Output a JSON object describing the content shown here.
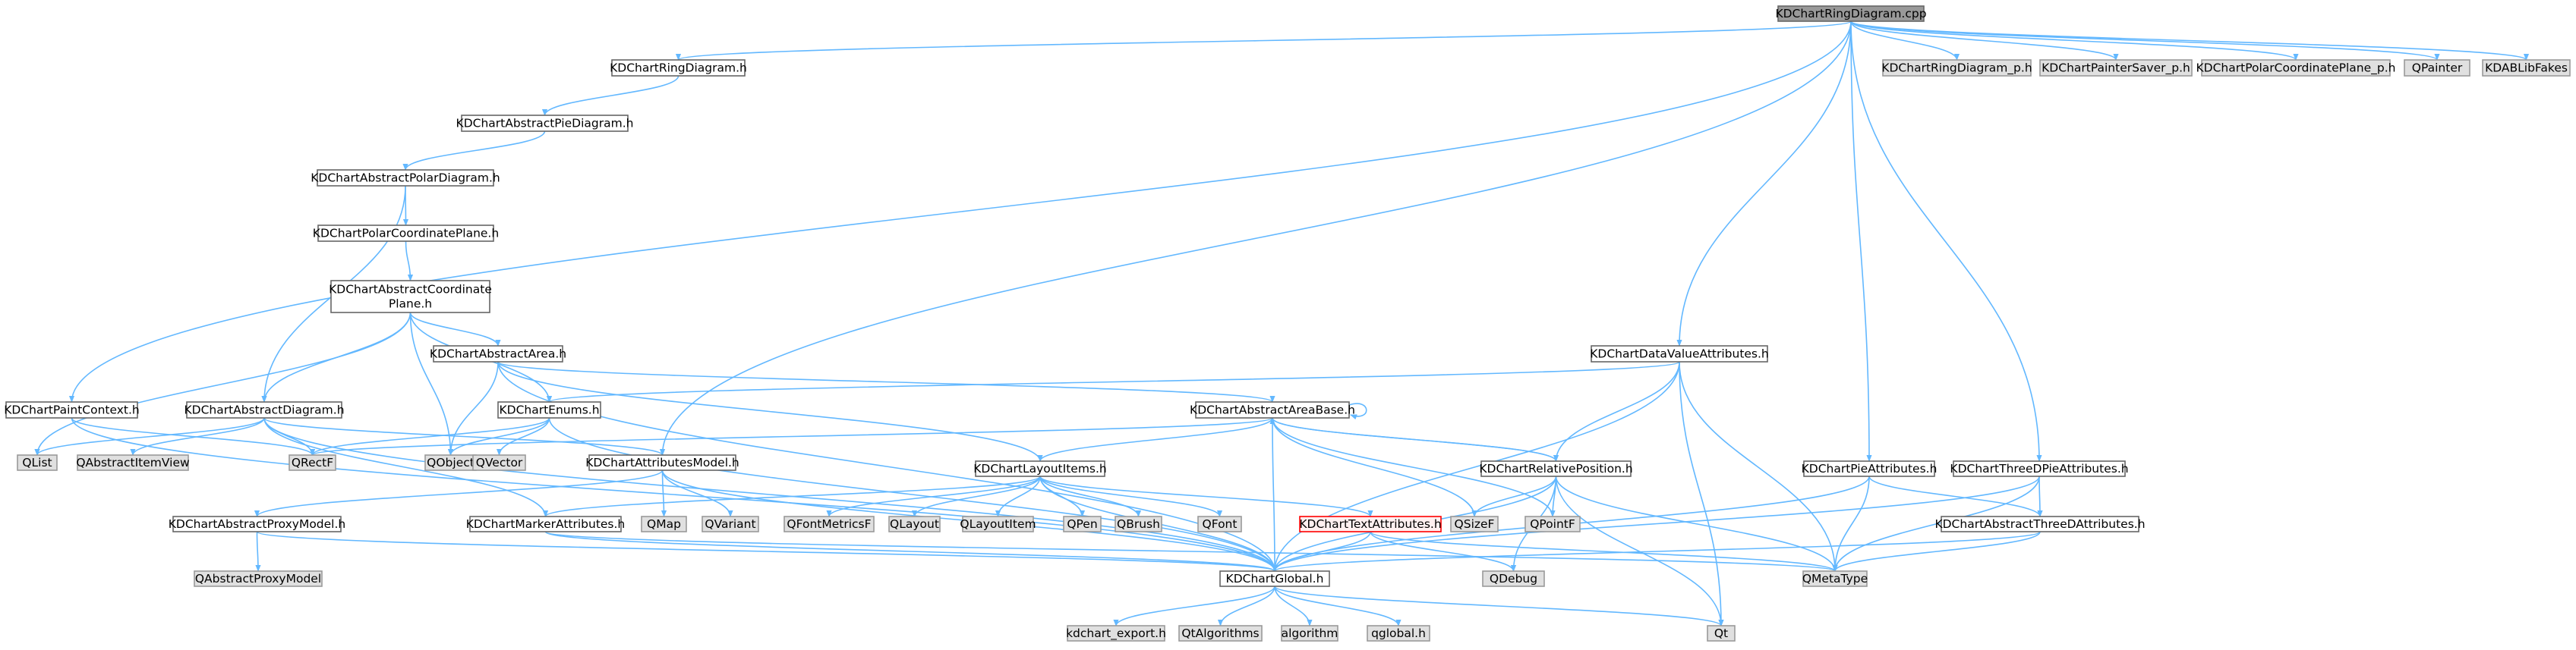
{
  "graph": {
    "title": "",
    "colors": {
      "edge": "#63b8ff",
      "root_fill": "#999999",
      "root_stroke": "#666666",
      "local_fill": "#ffffff",
      "local_stroke": "#666666",
      "external_fill": "#e0e0e0",
      "external_stroke": "#999999",
      "truncated_fill": "#fff0f0",
      "truncated_stroke": "#ff0000"
    },
    "nodes": [
      {
        "id": "root",
        "label": "KDChartRingDiagram.cpp",
        "kind": "root"
      },
      {
        "id": "ringh",
        "label": "KDChartRingDiagram.h",
        "kind": "local"
      },
      {
        "id": "ringp",
        "label": "KDChartRingDiagram_p.h",
        "kind": "external"
      },
      {
        "id": "painterp",
        "label": "KDChartPainterSaver_p.h",
        "kind": "external"
      },
      {
        "id": "polarp",
        "label": "KDChartPolarCoordinatePlane_p.h",
        "kind": "external"
      },
      {
        "id": "qpainter",
        "label": "QPainter",
        "kind": "external"
      },
      {
        "id": "kdab",
        "label": "KDABLibFakes",
        "kind": "external"
      },
      {
        "id": "abspie",
        "label": "KDChartAbstractPieDiagram.h",
        "kind": "local"
      },
      {
        "id": "abspolar",
        "label": "KDChartAbstractPolarDiagram.h",
        "kind": "local"
      },
      {
        "id": "polarplane",
        "label": "KDChartPolarCoordinatePlane.h",
        "kind": "local"
      },
      {
        "id": "abscoord",
        "label": [
          "KDChartAbstractCoordinate",
          "Plane.h"
        ],
        "kind": "local"
      },
      {
        "id": "absarea",
        "label": "KDChartAbstractArea.h",
        "kind": "local"
      },
      {
        "id": "dva",
        "label": "KDChartDataValueAttributes.h",
        "kind": "local"
      },
      {
        "id": "paintctx",
        "label": "KDChartPaintContext.h",
        "kind": "local"
      },
      {
        "id": "absdiag",
        "label": "KDChartAbstractDiagram.h",
        "kind": "local"
      },
      {
        "id": "enums",
        "label": "KDChartEnums.h",
        "kind": "local"
      },
      {
        "id": "areabase",
        "label": "KDChartAbstractAreaBase.h",
        "kind": "local"
      },
      {
        "id": "qlist",
        "label": "QList",
        "kind": "external"
      },
      {
        "id": "qaiv",
        "label": "QAbstractItemView",
        "kind": "external"
      },
      {
        "id": "qrectf",
        "label": "QRectF",
        "kind": "external"
      },
      {
        "id": "qobject",
        "label": "QObject",
        "kind": "external"
      },
      {
        "id": "qvector",
        "label": "QVector",
        "kind": "external"
      },
      {
        "id": "attrmodel",
        "label": "KDChartAttributesModel.h",
        "kind": "local"
      },
      {
        "id": "layout",
        "label": "KDChartLayoutItems.h",
        "kind": "local"
      },
      {
        "id": "relpos",
        "label": "KDChartRelativePosition.h",
        "kind": "local"
      },
      {
        "id": "pieattr",
        "label": "KDChartPieAttributes.h",
        "kind": "local"
      },
      {
        "id": "threedpie",
        "label": "KDChartThreeDPieAttributes.h",
        "kind": "local"
      },
      {
        "id": "proxymodel",
        "label": "KDChartAbstractProxyModel.h",
        "kind": "local"
      },
      {
        "id": "marker",
        "label": "KDChartMarkerAttributes.h",
        "kind": "local"
      },
      {
        "id": "qmap",
        "label": "QMap",
        "kind": "external"
      },
      {
        "id": "qvariant",
        "label": "QVariant",
        "kind": "external"
      },
      {
        "id": "qfmf",
        "label": "QFontMetricsF",
        "kind": "external"
      },
      {
        "id": "qlayout",
        "label": "QLayout",
        "kind": "external"
      },
      {
        "id": "qlayoutitem",
        "label": "QLayoutItem",
        "kind": "external"
      },
      {
        "id": "qpen",
        "label": "QPen",
        "kind": "external"
      },
      {
        "id": "qbrush",
        "label": "QBrush",
        "kind": "external"
      },
      {
        "id": "qfont",
        "label": "QFont",
        "kind": "external"
      },
      {
        "id": "textattr",
        "label": "KDChartTextAttributes.h",
        "kind": "truncated"
      },
      {
        "id": "qsizef",
        "label": "QSizeF",
        "kind": "external"
      },
      {
        "id": "qpointf",
        "label": "QPointF",
        "kind": "external"
      },
      {
        "id": "abs3d",
        "label": "KDChartAbstractThreeDAttributes.h",
        "kind": "local"
      },
      {
        "id": "qapm",
        "label": "QAbstractProxyModel",
        "kind": "external"
      },
      {
        "id": "global",
        "label": "KDChartGlobal.h",
        "kind": "local"
      },
      {
        "id": "qdebug",
        "label": "QDebug",
        "kind": "external"
      },
      {
        "id": "qmetatype",
        "label": "QMetaType",
        "kind": "external"
      },
      {
        "id": "kdexport",
        "label": "kdchart_export.h",
        "kind": "external"
      },
      {
        "id": "qtalgo",
        "label": "QtAlgorithms",
        "kind": "external"
      },
      {
        "id": "algorithm",
        "label": "algorithm",
        "kind": "external"
      },
      {
        "id": "qglobal",
        "label": "qglobal.h",
        "kind": "external"
      },
      {
        "id": "qt",
        "label": "Qt",
        "kind": "external"
      }
    ],
    "edges": [
      [
        "root",
        "ringh"
      ],
      [
        "root",
        "ringp"
      ],
      [
        "root",
        "painterp"
      ],
      [
        "root",
        "polarp"
      ],
      [
        "root",
        "qpainter"
      ],
      [
        "root",
        "kdab"
      ],
      [
        "root",
        "paintctx"
      ],
      [
        "root",
        "attrmodel"
      ],
      [
        "root",
        "dva"
      ],
      [
        "root",
        "pieattr"
      ],
      [
        "root",
        "threedpie"
      ],
      [
        "ringh",
        "abspie"
      ],
      [
        "abspie",
        "abspolar"
      ],
      [
        "abspolar",
        "polarplane"
      ],
      [
        "abspolar",
        "absdiag"
      ],
      [
        "polarplane",
        "abscoord"
      ],
      [
        "abscoord",
        "absarea"
      ],
      [
        "abscoord",
        "absdiag"
      ],
      [
        "abscoord",
        "enums"
      ],
      [
        "abscoord",
        "qobject"
      ],
      [
        "abscoord",
        "qlist"
      ],
      [
        "absarea",
        "areabase"
      ],
      [
        "absarea",
        "layout"
      ],
      [
        "absarea",
        "qobject"
      ],
      [
        "absarea",
        "global"
      ],
      [
        "dva",
        "enums"
      ],
      [
        "dva",
        "relpos"
      ],
      [
        "dva",
        "global"
      ],
      [
        "dva",
        "qmetatype"
      ],
      [
        "dva",
        "qt"
      ],
      [
        "paintctx",
        "qrectf"
      ],
      [
        "paintctx",
        "global"
      ],
      [
        "absdiag",
        "qlist"
      ],
      [
        "absdiag",
        "qaiv"
      ],
      [
        "absdiag",
        "qrectf"
      ],
      [
        "absdiag",
        "attrmodel"
      ],
      [
        "absdiag",
        "marker"
      ],
      [
        "absdiag",
        "global"
      ],
      [
        "enums",
        "qrectf"
      ],
      [
        "enums",
        "qobject"
      ],
      [
        "enums",
        "qvector"
      ],
      [
        "enums",
        "global"
      ],
      [
        "areabase",
        "qrectf"
      ],
      [
        "areabase",
        "layout"
      ],
      [
        "areabase",
        "relpos"
      ],
      [
        "areabase",
        "global"
      ],
      [
        "areabase",
        "qsizef"
      ],
      [
        "areabase",
        "qpointf"
      ],
      [
        "areabase",
        "areabase"
      ],
      [
        "attrmodel",
        "proxymodel"
      ],
      [
        "attrmodel",
        "qmap"
      ],
      [
        "attrmodel",
        "qvariant"
      ],
      [
        "attrmodel",
        "global"
      ],
      [
        "layout",
        "marker"
      ],
      [
        "layout",
        "qfmf"
      ],
      [
        "layout",
        "qlayout"
      ],
      [
        "layout",
        "qlayoutitem"
      ],
      [
        "layout",
        "qpen"
      ],
      [
        "layout",
        "qbrush"
      ],
      [
        "layout",
        "qfont"
      ],
      [
        "layout",
        "textattr"
      ],
      [
        "layout",
        "global"
      ],
      [
        "relpos",
        "areabase"
      ],
      [
        "relpos",
        "qsizef"
      ],
      [
        "relpos",
        "qpointf"
      ],
      [
        "relpos",
        "global"
      ],
      [
        "relpos",
        "qdebug"
      ],
      [
        "relpos",
        "qmetatype"
      ],
      [
        "relpos",
        "qt"
      ],
      [
        "pieattr",
        "abs3d"
      ],
      [
        "pieattr",
        "global"
      ],
      [
        "pieattr",
        "qmetatype"
      ],
      [
        "threedpie",
        "abs3d"
      ],
      [
        "threedpie",
        "global"
      ],
      [
        "threedpie",
        "qmetatype"
      ],
      [
        "proxymodel",
        "qapm"
      ],
      [
        "proxymodel",
        "global"
      ],
      [
        "marker",
        "global"
      ],
      [
        "marker",
        "qmetatype"
      ],
      [
        "textattr",
        "global"
      ],
      [
        "textattr",
        "qdebug"
      ],
      [
        "textattr",
        "qmetatype"
      ],
      [
        "abs3d",
        "global"
      ],
      [
        "abs3d",
        "qmetatype"
      ],
      [
        "global",
        "kdexport"
      ],
      [
        "global",
        "qtalgo"
      ],
      [
        "global",
        "algorithm"
      ],
      [
        "global",
        "qglobal"
      ],
      [
        "global",
        "qt"
      ]
    ]
  }
}
